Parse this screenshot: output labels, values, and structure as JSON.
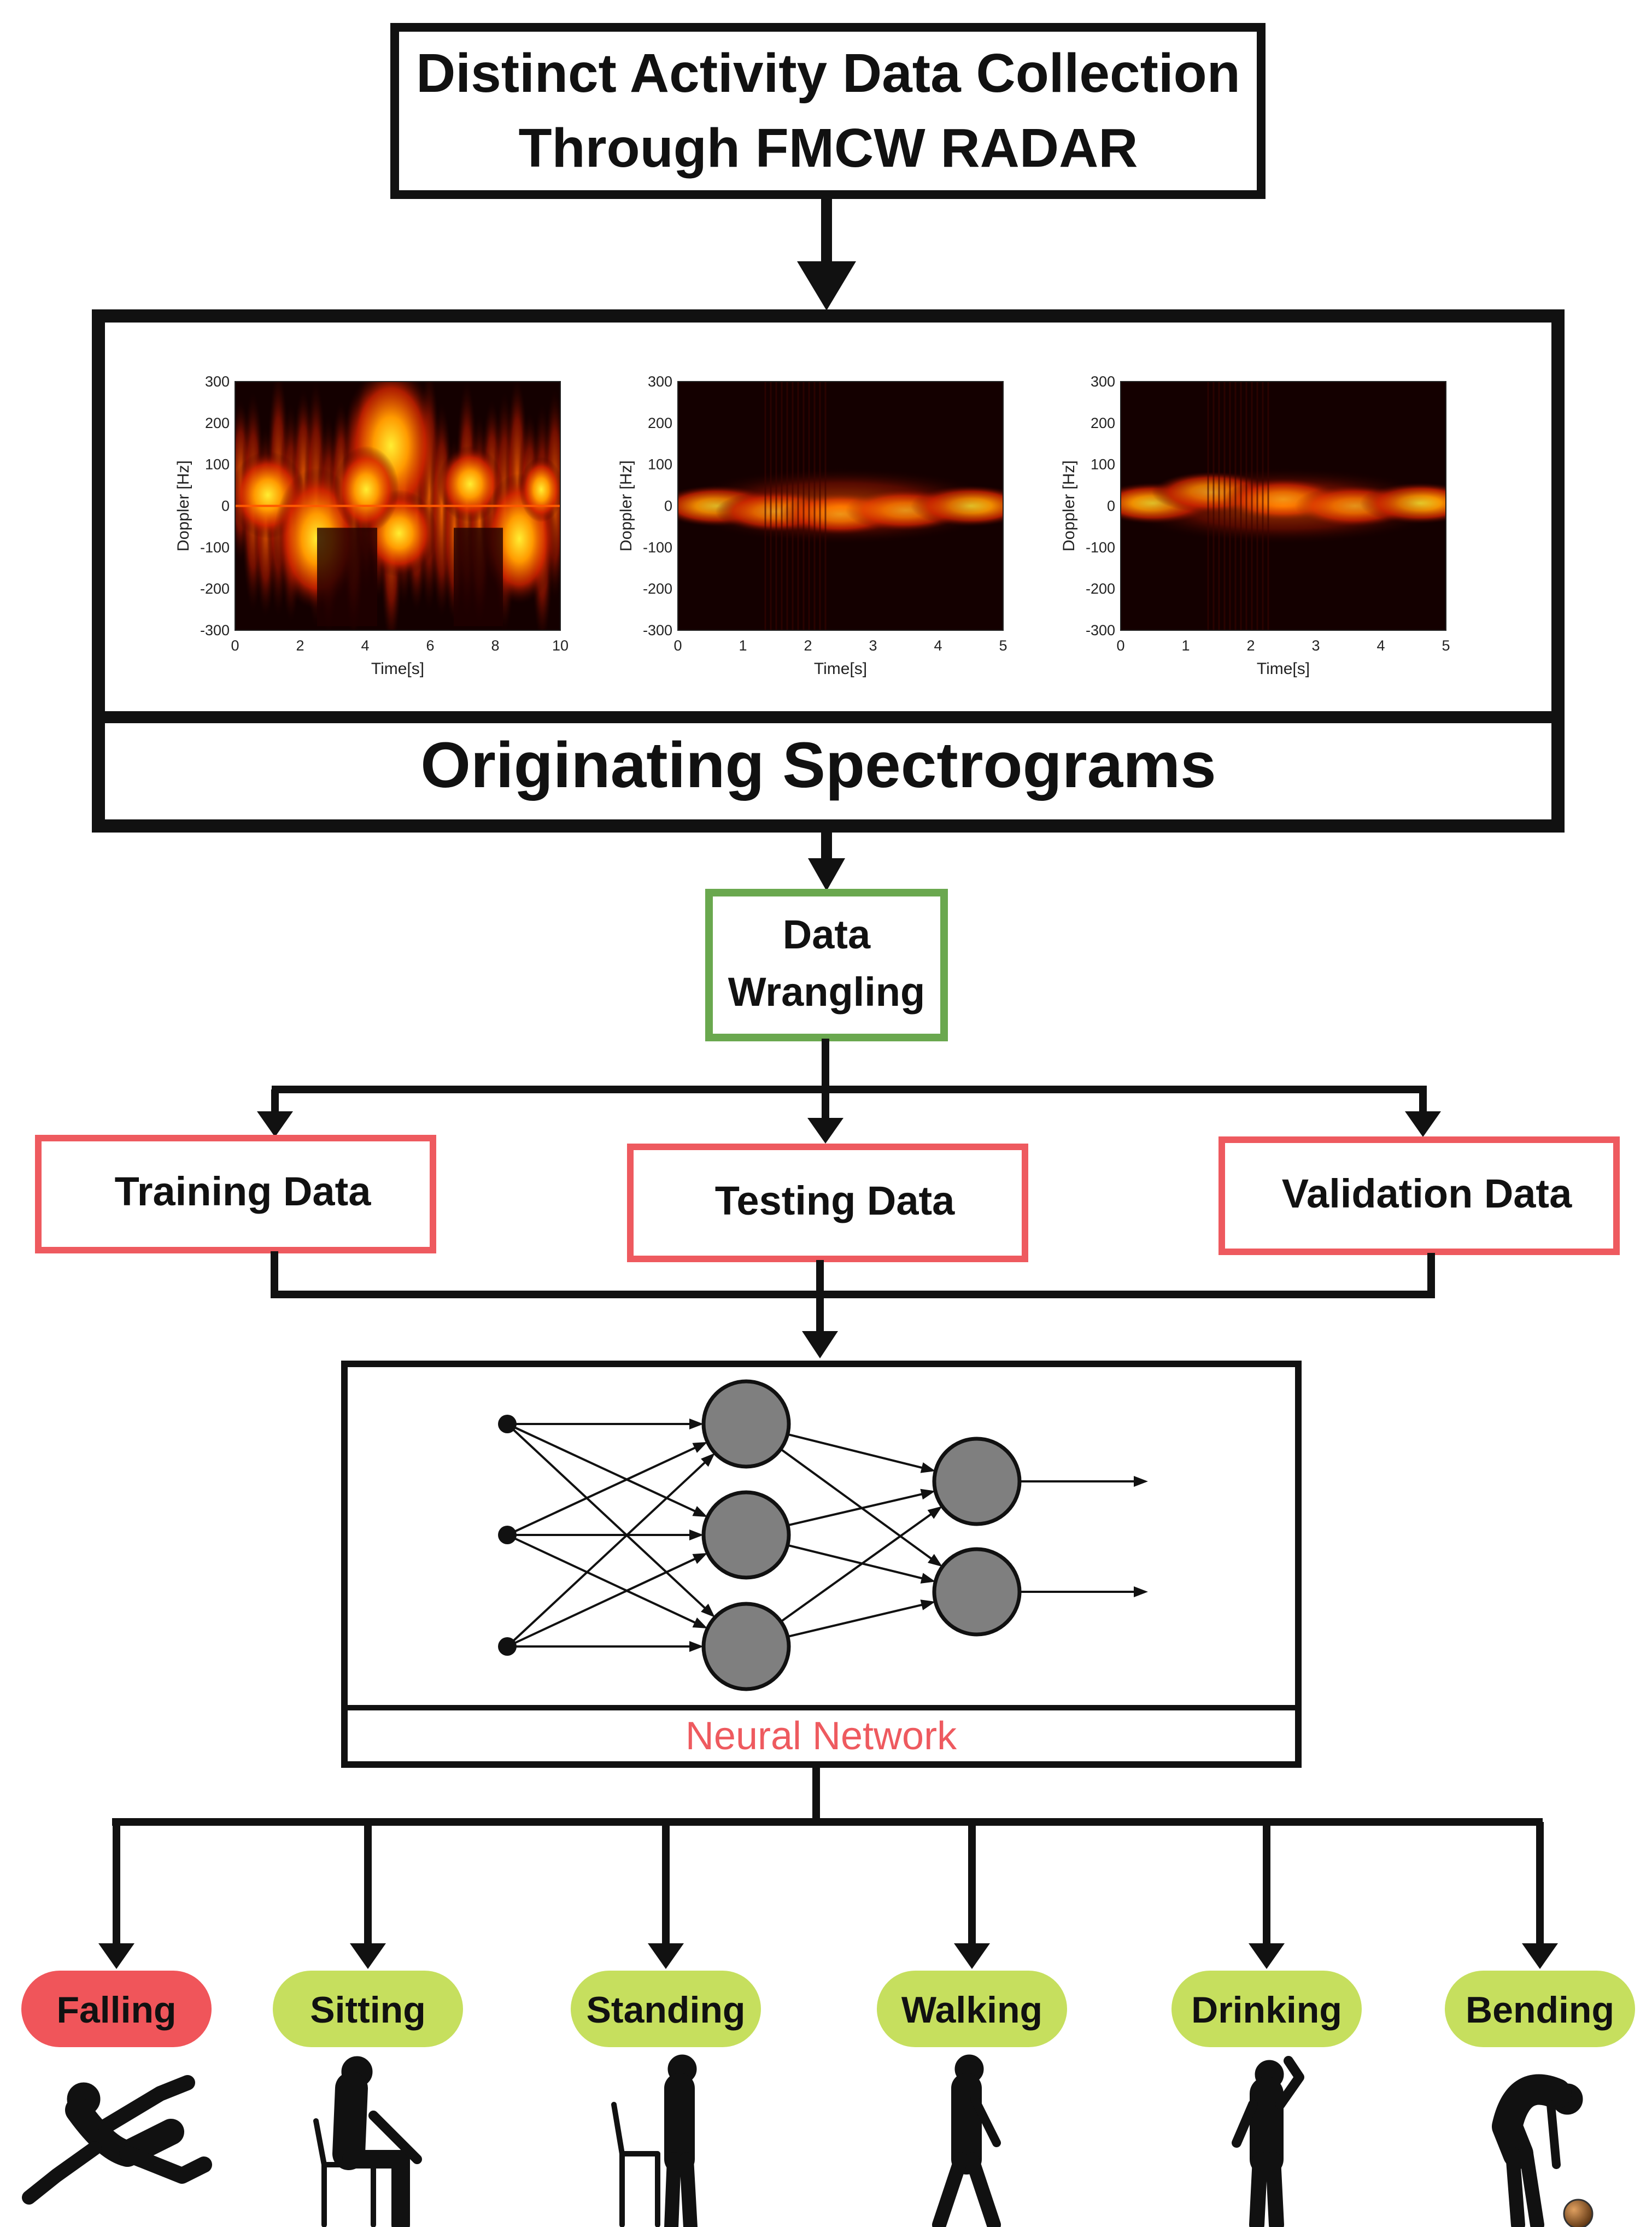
{
  "title": {
    "line1": "Distinct Activity Data Collection",
    "line2": "Through FMCW RADAR"
  },
  "spectrograms": {
    "label": "Originating Spectrograms",
    "ylabel": "Doppler [Hz]",
    "xlabel": "Time[s]",
    "yticks": [
      "300",
      "200",
      "100",
      "0",
      "-100",
      "-200",
      "-300"
    ],
    "panels": [
      {
        "xticks": [
          "0",
          "2",
          "4",
          "6",
          "8",
          "10"
        ]
      },
      {
        "xticks": [
          "0",
          "1",
          "2",
          "3",
          "4",
          "5"
        ]
      },
      {
        "xticks": [
          "0",
          "1",
          "2",
          "3",
          "4",
          "5"
        ]
      }
    ]
  },
  "wrangling": {
    "line1": "Data",
    "line2": "Wrangling"
  },
  "splits": {
    "training": "Training Data",
    "testing": "Testing Data",
    "validation": "Validation Data"
  },
  "network": {
    "label": "Neural Network"
  },
  "activities": [
    "Falling",
    "Sitting",
    "Standing",
    "Walking",
    "Drinking",
    "Bending"
  ],
  "colors": {
    "wrangling_border": "#6aa84f",
    "split_border": "#ee5a5f",
    "network_label": "#ee5a5f",
    "falling_pill": "#f0555a",
    "activity_pill": "#c6df5e",
    "neuron_fill": "#7f7f7f"
  }
}
